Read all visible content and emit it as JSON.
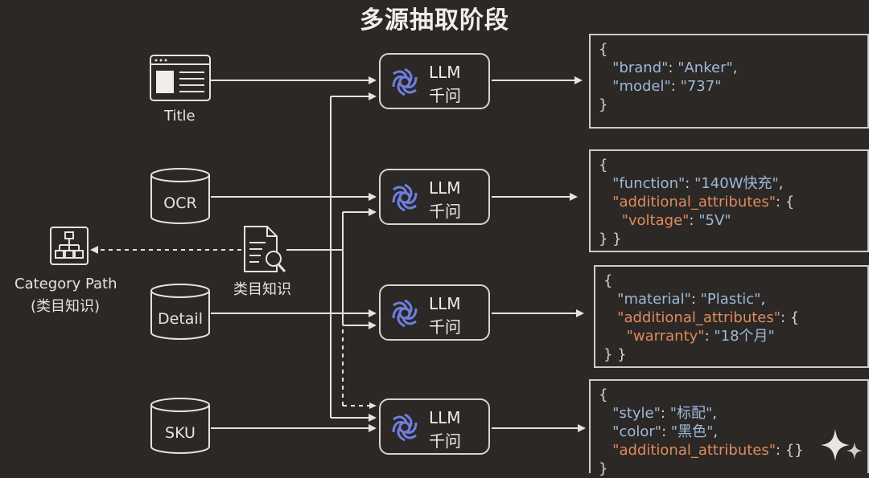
{
  "title": "多源抽取阶段",
  "sources": {
    "title": "Title",
    "ocr": "OCR",
    "detail": "Detail",
    "sku": "SKU"
  },
  "category": {
    "line1": "Category Path",
    "line2": "(类目知识)",
    "knowledge_label": "类目知识"
  },
  "llm": {
    "line1": "LLM",
    "line2": "千问"
  },
  "outputs": [
    {
      "fields": [
        {
          "key": "\"brand\"",
          "value": "\"Anker\"",
          "sep": ": ",
          "end": ","
        },
        {
          "key": "\"model\"",
          "value": "\"737\"",
          "sep": ": ",
          "end": ""
        }
      ]
    },
    {
      "fields": [
        {
          "key": "\"function\"",
          "value": "\"140W快充\"",
          "sep": ": ",
          "end": ","
        },
        {
          "key": "\"additional_attributes\"",
          "value": "{",
          "sep": ": ",
          "end": ""
        },
        {
          "key": "\"voltage\"",
          "value": "\"5V\"",
          "sep": ": ",
          "end": ""
        }
      ]
    },
    {
      "fields": [
        {
          "key": "\"material\"",
          "value": "\"Plastic\"",
          "sep": ": ",
          "end": ","
        },
        {
          "key": "\"additional_attributes\"",
          "value": "{",
          "sep": ": ",
          "end": ""
        },
        {
          "key": "\"warranty\"",
          "value": "\"18个月\"",
          "sep": ": ",
          "end": ""
        }
      ]
    },
    {
      "fields": [
        {
          "key": "\"style\"",
          "value": "\"标配\"",
          "sep": ": ",
          "end": ","
        },
        {
          "key": "\"color\"",
          "value": "\"黑色\"",
          "sep": ": ",
          "end": ","
        },
        {
          "key": "\"additional_attributes\"",
          "value": "{}",
          "sep": ": ",
          "end": ""
        }
      ]
    }
  ],
  "brace_open": "{",
  "brace_close": "}",
  "brace_close_double": "} }"
}
